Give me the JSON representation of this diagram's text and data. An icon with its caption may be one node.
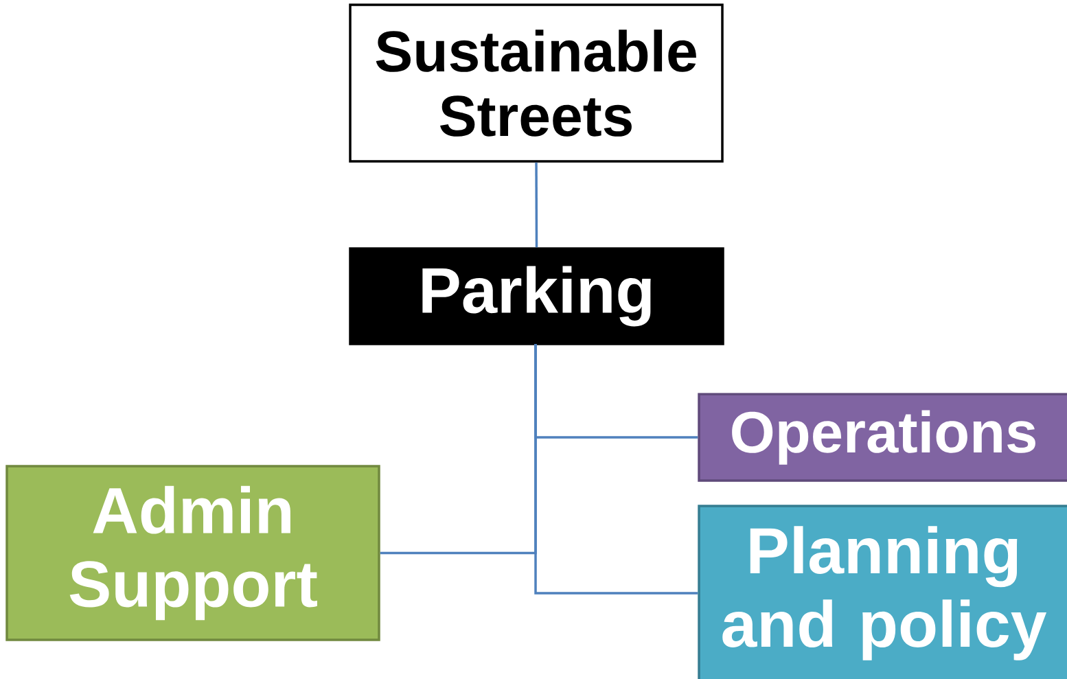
{
  "diagram": {
    "nodes": [
      {
        "text": [
          "Sustainable Streets"
        ]
      },
      {
        "text": [
          "Parking"
        ]
      },
      {
        "text": [
          "Operations"
        ]
      },
      {
        "text": [
          "Admin Support"
        ]
      },
      {
        "text": [
          "Planning and policy"
        ]
      }
    ],
    "edges": [
      {
        "from": 0,
        "to": 1,
        "arrow": "none"
      },
      {
        "from": 1,
        "to": 2,
        "arrow": "none"
      },
      {
        "from": 1,
        "to": 3,
        "arrow": "none"
      },
      {
        "from": 1,
        "to": 4,
        "arrow": "none"
      }
    ]
  }
}
